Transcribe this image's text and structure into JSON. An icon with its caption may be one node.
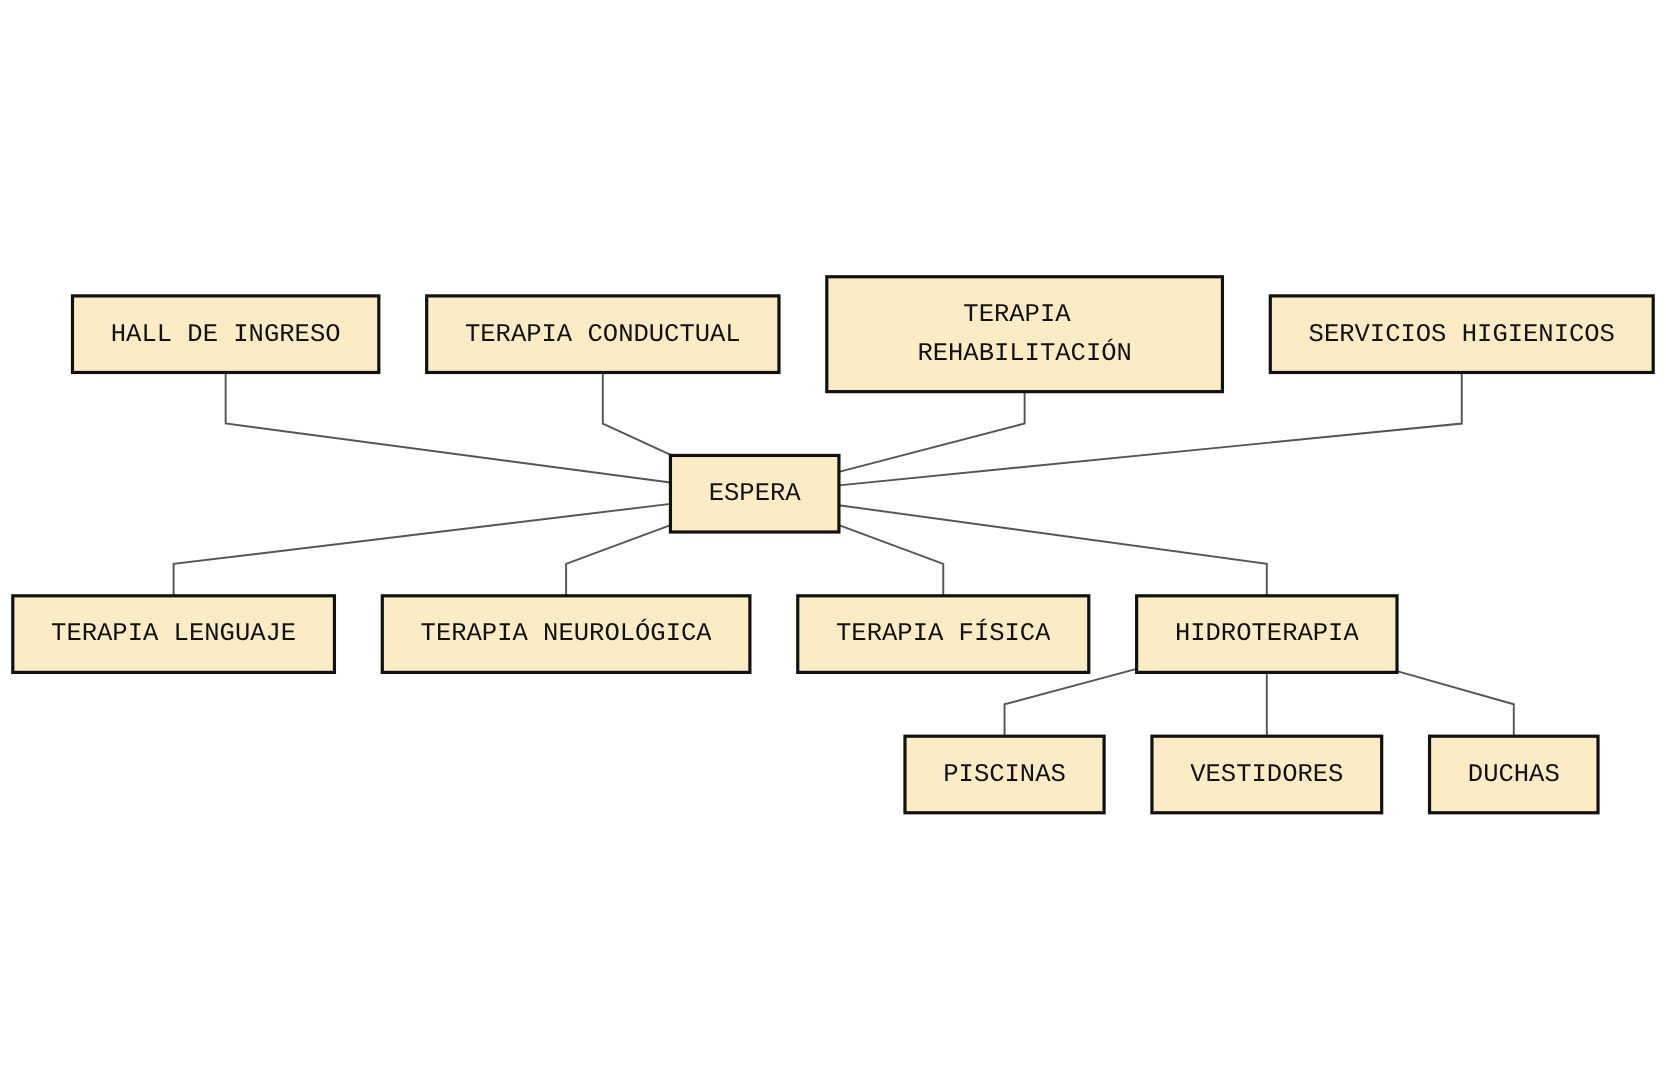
{
  "diagram": {
    "nodes": [
      {
        "text": [
          "HALL DE INGRESO"
        ]
      },
      {
        "text": [
          "TERAPIA CONDUCTUAL"
        ]
      },
      {
        "text": [
          "ESPERA"
        ]
      },
      {
        "text": [
          "TERAPIA LENGUAJE"
        ]
      },
      {
        "text": [
          "TERAPIA REHABILITACIÓN"
        ]
      },
      {
        "text": [
          "TERAPIA NEUROLÓGICA"
        ]
      },
      {
        "text": [
          "SERVICIOS HIGIENICOS"
        ]
      },
      {
        "text": [
          "TERAPIA FÍSICA"
        ]
      },
      {
        "text": [
          "HIDROTERAPIA"
        ]
      },
      {
        "text": [
          "PISCINAS"
        ]
      },
      {
        "text": [
          "VESTIDORES"
        ]
      },
      {
        "text": [
          "DUCHAS"
        ]
      }
    ],
    "edges": [
      {
        "from": 0,
        "to": 2,
        "arrow": "none"
      },
      {
        "from": 1,
        "to": 2,
        "arrow": "none"
      },
      {
        "from": 2,
        "to": 3,
        "arrow": "none"
      },
      {
        "from": 4,
        "to": 2,
        "arrow": "none"
      },
      {
        "from": 2,
        "to": 5,
        "arrow": "none"
      },
      {
        "from": 6,
        "to": 2,
        "arrow": "none"
      },
      {
        "from": 2,
        "to": 7,
        "arrow": "none"
      },
      {
        "from": 2,
        "to": 8,
        "arrow": "none"
      },
      {
        "from": 8,
        "to": 9,
        "arrow": "none"
      },
      {
        "from": 8,
        "to": 10,
        "arrow": "none"
      },
      {
        "from": 8,
        "to": 11,
        "arrow": "none"
      }
    ]
  }
}
